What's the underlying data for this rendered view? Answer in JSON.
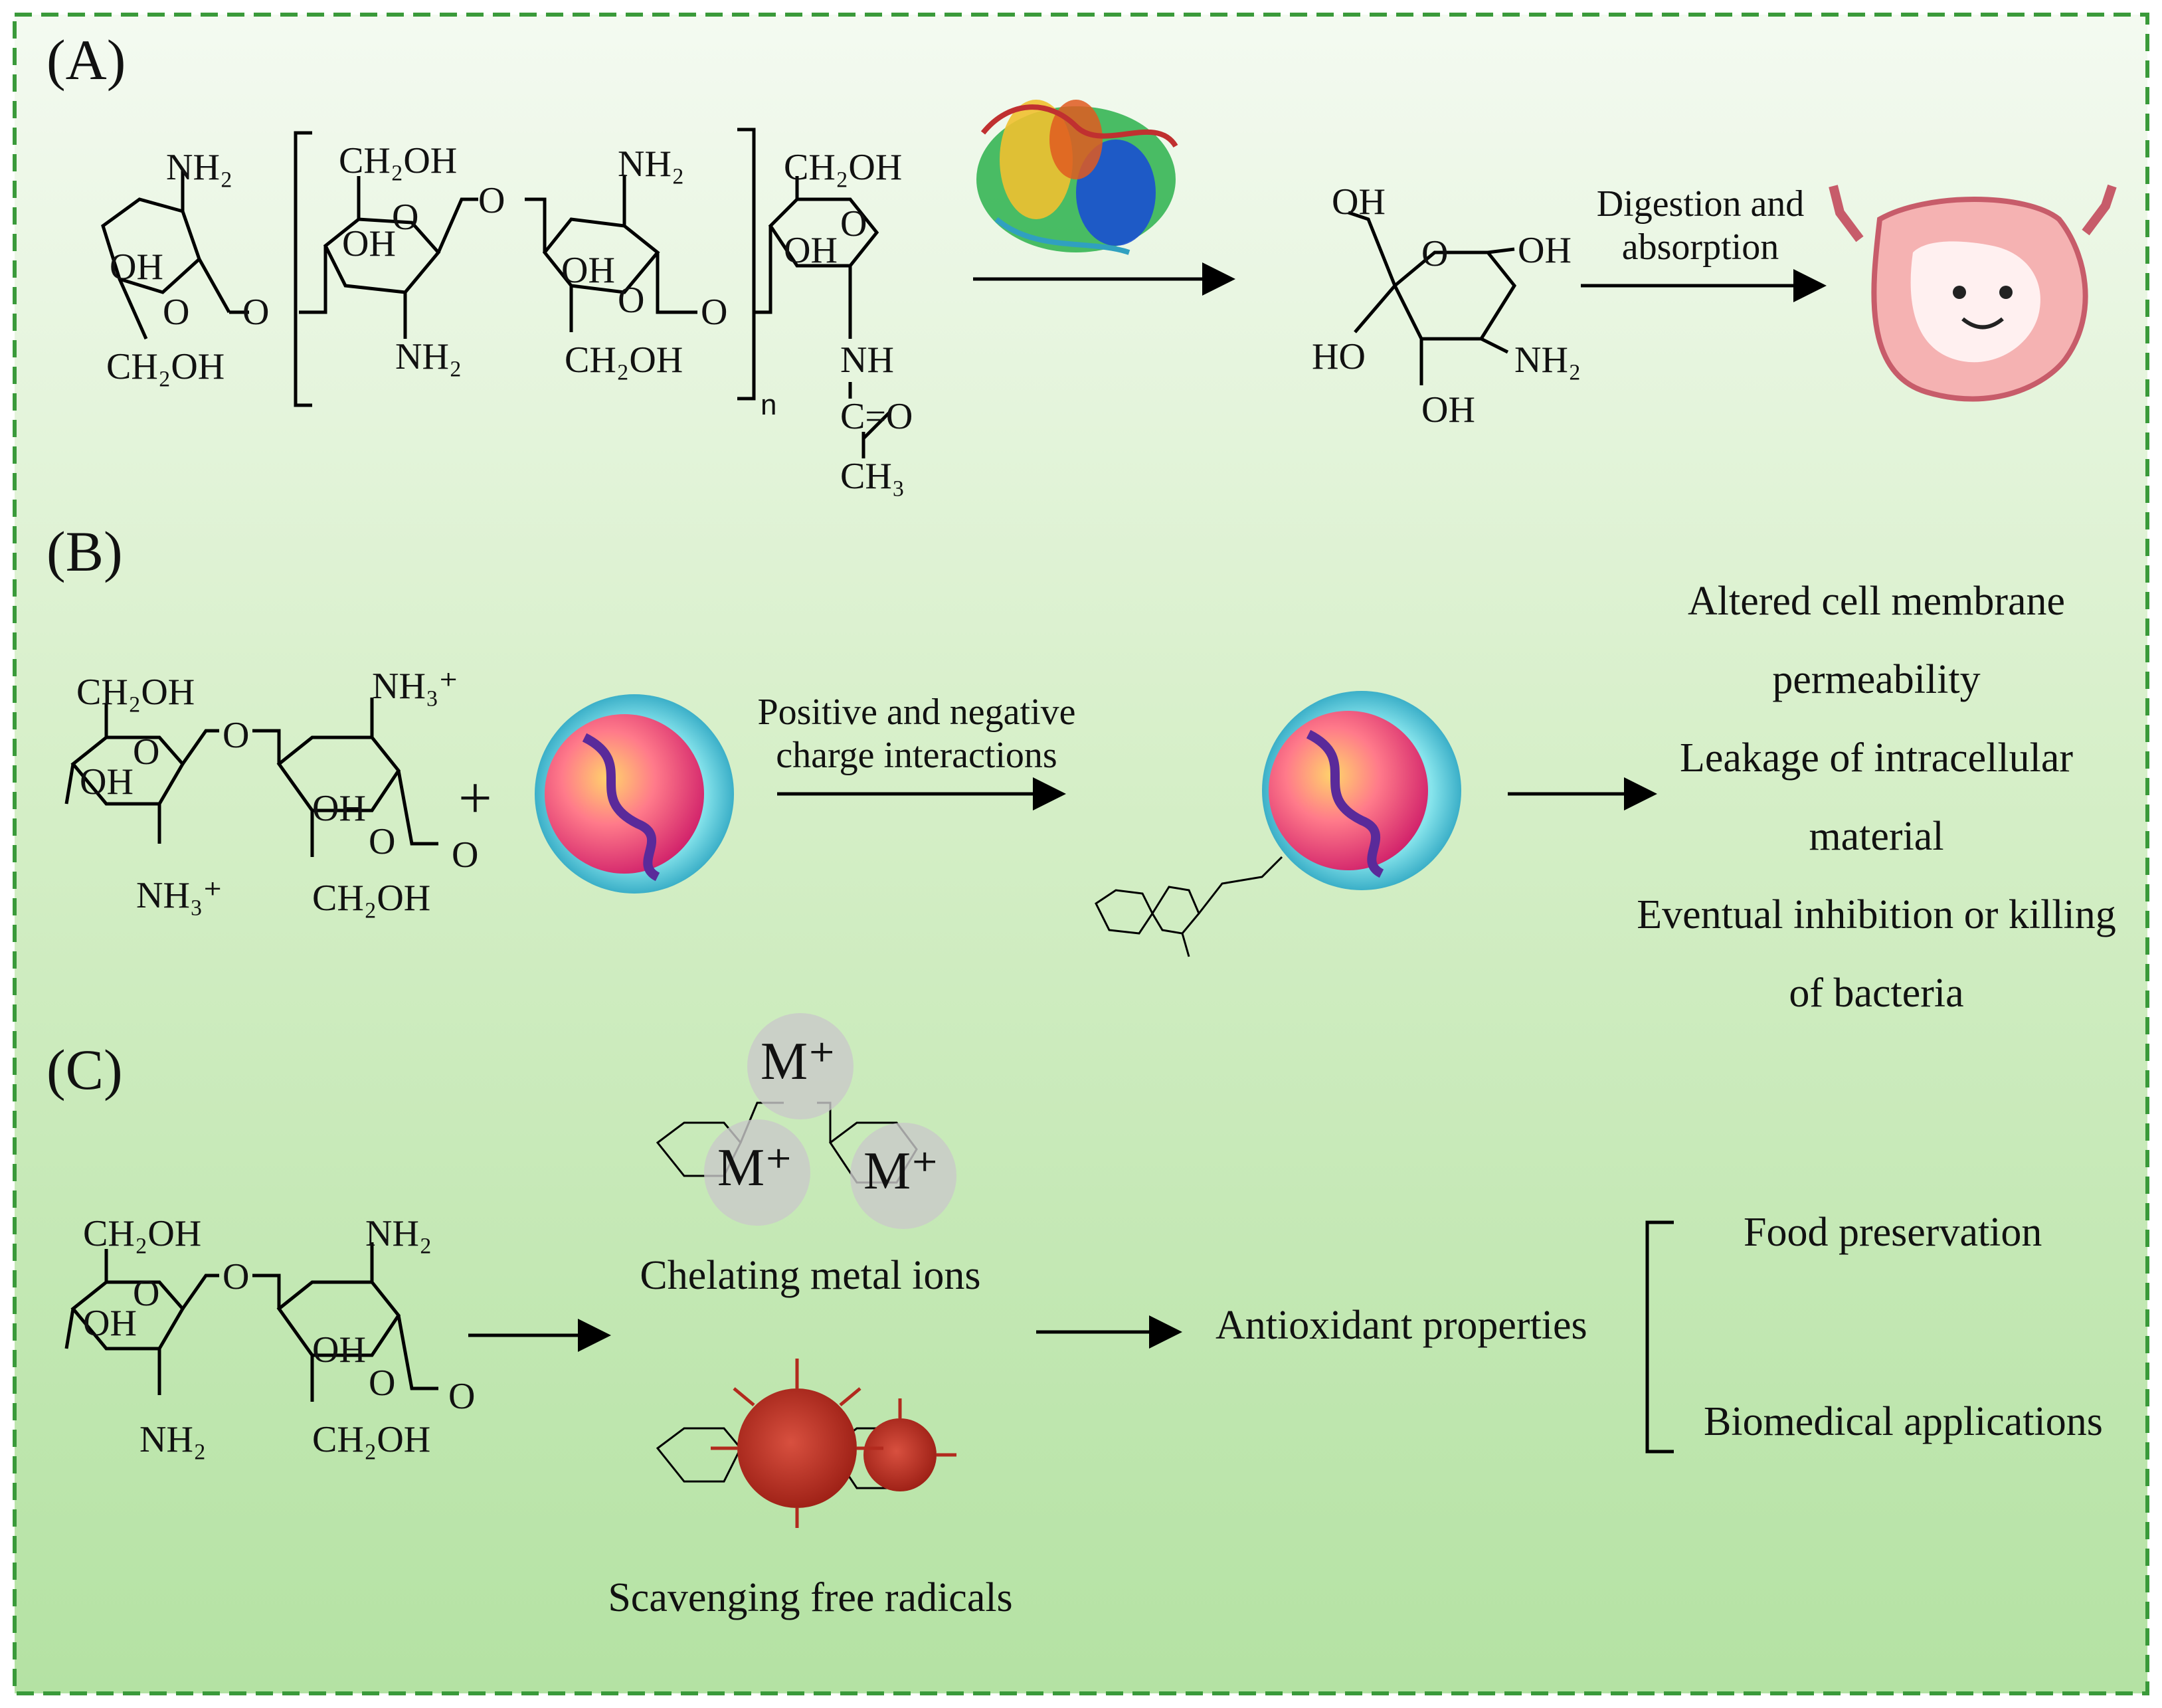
{
  "panels": {
    "a": {
      "label": "(A)",
      "chitin_labels": {
        "nh2_a": "NH₂",
        "ch2oh_a": "CH₂OH",
        "oh_a": "OH",
        "o_a": "O",
        "o_link1": "O",
        "ch2oh_b": "CH₂OH",
        "o_b": "O",
        "oh_b": "OH",
        "nh2_b": "NH₂",
        "o_link2": "O",
        "nh2_c": "NH₂",
        "oh_c": "OH",
        "o_c": "O",
        "ch2oh_c": "CH₂OH",
        "o_link3": "O",
        "n": "n",
        "ch2oh_d": "CH₂OH",
        "o_d": "O",
        "oh_d": "OH",
        "nh": "NH",
        "co": "C=O",
        "ch3": "CH₃"
      },
      "glucosamine_labels": {
        "oh_top": "OH",
        "o_ring": "O",
        "oh_right": "OH",
        "ho_left": "HO",
        "nh2": "NH₂",
        "oh_bottom": "OH"
      },
      "arrow_label_line1": "Digestion and",
      "arrow_label_line2": "absorption"
    },
    "b": {
      "label": "(B)",
      "chitosan_labels": {
        "ch2oh_1": "CH₂OH",
        "o_1": "O",
        "oh_1": "OH",
        "nh3_1": "NH₃⁺",
        "o_link": "O",
        "nh3_2": "NH₃⁺",
        "oh_2": "OH",
        "o_2": "O",
        "ch2oh_2": "CH₂OH",
        "o_end": "O"
      },
      "plus": "+",
      "arrow_label_line1": "Positive and negative",
      "arrow_label_line2": "charge interactions",
      "outcomes": [
        "Altered cell membrane",
        "permeability",
        "Leakage of intracellular",
        "material",
        "Eventual inhibition or killing",
        "of bacteria"
      ]
    },
    "c": {
      "label": "(C)",
      "chitosan_labels": {
        "ch2oh_1": "CH₂OH",
        "o_1": "O",
        "oh_1": "OH",
        "nh2_1": "NH₂",
        "o_link": "O",
        "nh2_2": "NH₂",
        "oh_2": "OH",
        "o_2": "O",
        "ch2oh_2": "CH₂OH",
        "o_end": "O"
      },
      "metal_ion": "M⁺",
      "chelating_caption": "Chelating metal ions",
      "scavenging_caption": "Scavenging free radicals",
      "result": "Antioxidant properties",
      "applications": [
        "Food preservation",
        "Biomedical applications"
      ]
    }
  },
  "colors": {
    "border": "#3a9a3a",
    "bg_top": "#f2f9ee",
    "bg_bottom": "#b5e3a6",
    "radical": "#b22a1e",
    "metal_disc": "#c9c9c9"
  }
}
